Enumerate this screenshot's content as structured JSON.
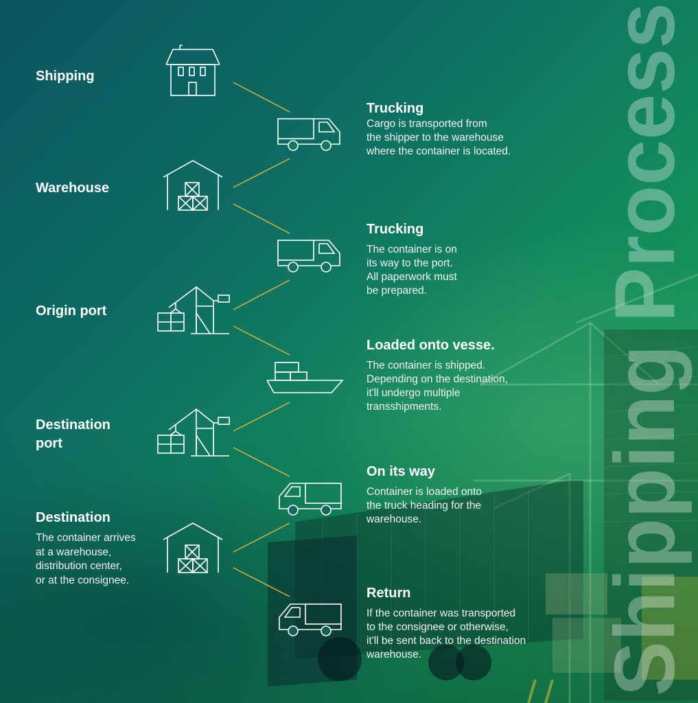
{
  "title": "Shipping Process",
  "colors": {
    "accent_line": "#d8b23a",
    "icon_stroke": "#ffffff"
  },
  "left_stages": [
    {
      "label": "Shipping",
      "icon": "house-icon"
    },
    {
      "label": "Warehouse",
      "icon": "warehouse-icon"
    },
    {
      "label": "Origin port",
      "icon": "port-crane-icon"
    },
    {
      "label": "Destination\nport",
      "icon": "port-crane-icon"
    },
    {
      "label": "Destination",
      "icon": "warehouse-icon",
      "description": "The container arrives\nat a warehouse,\ndistribution center,\nor at the consignee."
    }
  ],
  "steps": [
    {
      "title": "Trucking",
      "icon": "truck-icon",
      "description": "Cargo is transported from\nthe shipper to the warehouse\nwhere the container is located."
    },
    {
      "title": "Trucking",
      "icon": "truck-icon",
      "description": "The container is on\nits way to the port.\nAll paperwork must\nbe prepared."
    },
    {
      "title": "Loaded onto vesse.",
      "icon": "ship-icon",
      "description": "The container is shipped.\nDepending on the destination,\nit'll undergo multiple\ntransshipments."
    },
    {
      "title": "On its way",
      "icon": "truck-icon",
      "description": "Container is loaded onto\nthe truck heading for the\nwarehouse."
    },
    {
      "title": "Return",
      "icon": "truck-icon",
      "description": "If the container was transported\nto the consignee or otherwise,\nit'll be sent back to the destination\nwarehouse."
    }
  ]
}
